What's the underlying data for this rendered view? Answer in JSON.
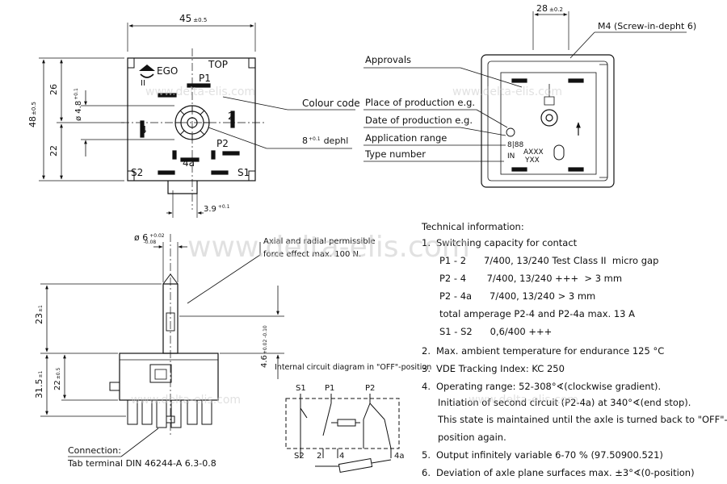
{
  "front_view": {
    "dim_width": "45",
    "dim_width_tol": "±0.5",
    "dim_height_total": "48",
    "dim_height_total_tol": "±0.5",
    "dim_upper": "26",
    "dim_lower": "22",
    "dim_hole": "ø 4.8",
    "dim_hole_tol": "+0.1",
    "dim_offset": "3.9",
    "dim_offset_tol": "+0.1",
    "logo_text": "EGO",
    "label_top": "TOP",
    "label_p1": "P1",
    "label_p2": "P2",
    "label_2": "2",
    "label_4": "4",
    "label_4a": "4a",
    "label_s1": "S1",
    "label_s2": "S2",
    "class_mark": "II",
    "callout_colour_code": "Colour code",
    "callout_depth": "8",
    "callout_depth_tol": "+0.1",
    "callout_depth_unit": "dephl"
  },
  "rear_view": {
    "dim_width": "28",
    "dim_width_tol": "±0.2",
    "screw_note": "M4 (Screw-in-depht 6)",
    "callouts": [
      "Approvals",
      "Place of production e.g.",
      "Date of production e.g.",
      "Application range",
      "Type number"
    ],
    "range_marks": "8|88",
    "type_marks": "AXXX",
    "type_marks_2": "YXX",
    "in_marker": "IN"
  },
  "side_view": {
    "dim_shaft_diameter": "ø 6",
    "dim_shaft_tol_upper": "+0.02",
    "dim_shaft_tol_lower": "-0.08",
    "axial_note_line1": "Axial and radial permissible",
    "axial_note_line2": "force effect max. 100 N.",
    "dim_shaft_length": "23",
    "dim_shaft_length_tol": "±1",
    "dim_body_height": "31.5",
    "dim_body_height_tol": "±1",
    "dim_body_22": "22",
    "dim_body_22_tol": "±0.5",
    "dim_4_6": "4.6",
    "dim_4_6_tol": "+0.02 -0.10",
    "connection_title": "Connection:",
    "connection_text": "Tab terminal DIN 46244-A 6.3-0.8"
  },
  "circuit": {
    "title": "Internal circuit diagram in \"OFF\"-position",
    "top_labels": [
      "S1",
      "P1",
      "P2"
    ],
    "bottom_labels": [
      "S2",
      "2",
      "4",
      "4a"
    ]
  },
  "technical": {
    "heading": "Technical information:",
    "items": [
      {
        "num": "1.",
        "text": "Switching capacity for contact"
      },
      {
        "num": "",
        "text": "P1 - 2      7/400, 13/240 Test Class II  micro gap"
      },
      {
        "num": "",
        "text": "P2 - 4       7/400, 13/240 +++  > 3 mm"
      },
      {
        "num": "",
        "text": "P2 - 4a      7/400, 13/240 > 3 mm"
      },
      {
        "num": "",
        "text": "total amperage P2-4 and P2-4a max. 13 A"
      },
      {
        "num": "",
        "text": "S1 - S2      0,6/400 +++"
      },
      {
        "num": "2.",
        "text": "Max. ambient temperature for endurance 125 °C"
      },
      {
        "num": "3.",
        "text": "VDE Tracking Index: KC 250"
      },
      {
        "num": "4.",
        "text": "Operating range: 52-308°∢(clockwise gradient)."
      },
      {
        "num": "",
        "text": "Initiation of second circuit (P2-4a) at 340°∢(end stop)."
      },
      {
        "num": "",
        "text": "This state is maintained until the axle is turned back to \"OFF\"-"
      },
      {
        "num": "",
        "text": "position again."
      },
      {
        "num": "5.",
        "text": "Output infinitely variable 6-70 % (97.50900.521)"
      },
      {
        "num": "6.",
        "text": "Deviation of axle plane surfaces max. ±3°∢(0-position)"
      }
    ]
  },
  "watermark": {
    "big": "www.delta-elis.com",
    "small": "www.delta-elis.com"
  },
  "colors": {
    "ink": "#111111",
    "watermark": "#c9c9c9"
  }
}
